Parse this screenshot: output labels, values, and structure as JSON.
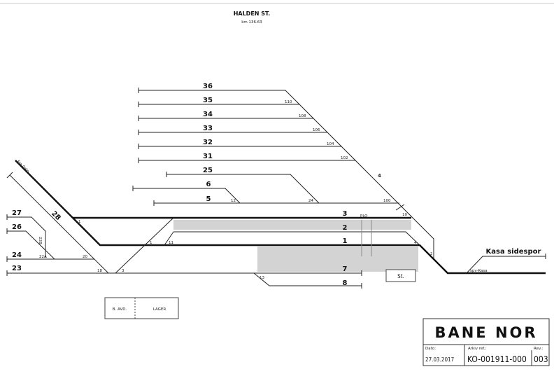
{
  "header": {
    "title": "HALDEN ST.",
    "km": "km 136.63"
  },
  "tracks": {
    "t36": "36",
    "t35": "35",
    "t34": "34",
    "t33": "33",
    "t32": "32",
    "t31": "31",
    "t25": "25",
    "t6": "6",
    "t5": "5",
    "t3": "3",
    "t2": "2",
    "t1": "1",
    "t7": "7",
    "t8": "8",
    "t27": "27",
    "t26": "26",
    "t24": "24",
    "t23": "23",
    "t28": "28",
    "kasa": "Kasa sidespor"
  },
  "switches": {
    "s110": "110",
    "s108": "108",
    "s106": "106",
    "s104": "104",
    "s102": "102",
    "s100": "100",
    "s24": "24",
    "s12": "12",
    "s10": "10",
    "s4": "4",
    "s2": "2",
    "s1a": "1",
    "s1b": "1",
    "s11": "11",
    "s3": "3",
    "s18": "18",
    "s20": "20",
    "s22a": "22A",
    "s22b": "22B",
    "s13": "13",
    "arrow": "4"
  },
  "labels": {
    "fra_oslo": "Fra Oslo",
    "plo": "PLO",
    "station": "St.",
    "spv_kasa": "spv-Kasa",
    "bavd": "B. AVD.",
    "lager": "LAGER"
  },
  "titleblock": {
    "logo": "BANE NOR",
    "date_label": "Dato:",
    "date": "27.03.2017",
    "archive_label": "Arkiv ref.:",
    "archive": "KO-001911-000",
    "rev_label": "Rev.:",
    "rev": "003"
  }
}
